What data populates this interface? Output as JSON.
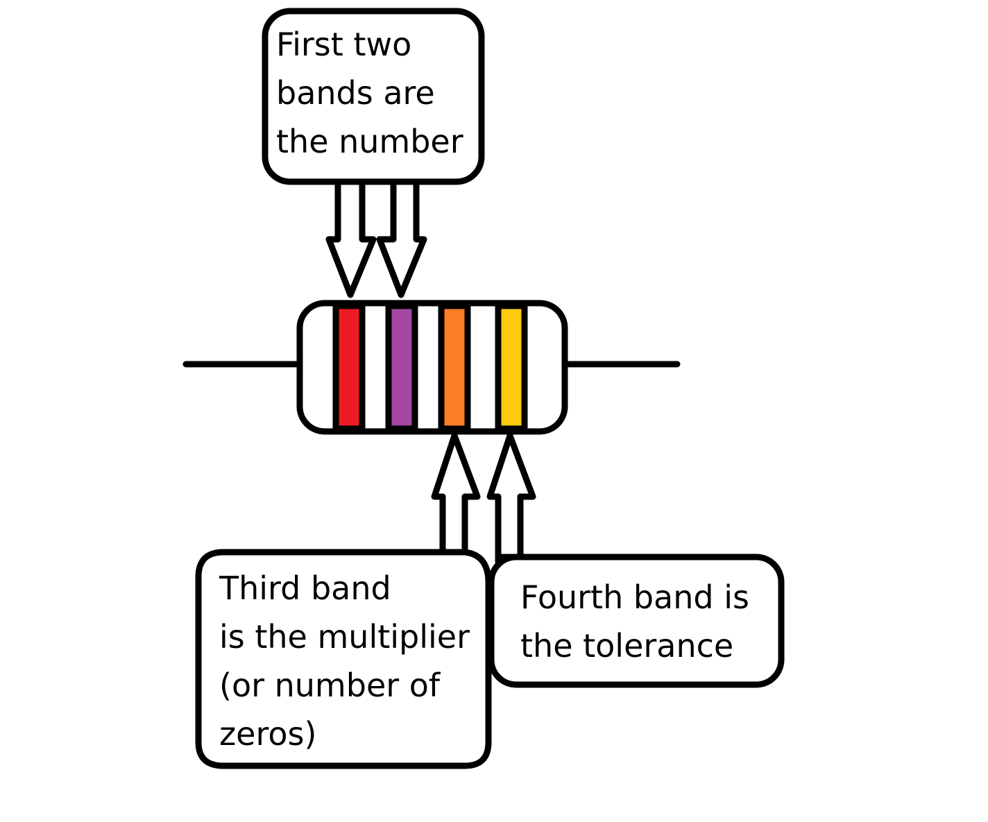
{
  "callouts": {
    "number_bands": {
      "lines": [
        "First two",
        "bands are",
        "the number"
      ]
    },
    "multiplier_band": {
      "lines": [
        "Third band",
        "is the multiplier",
        "(or number of",
        "zeros)"
      ]
    },
    "tolerance_band": {
      "lines": [
        "Fourth band is",
        "the tolerance"
      ]
    }
  },
  "resistor": {
    "bands": [
      {
        "name": "first-band",
        "color": "#ed1c24"
      },
      {
        "name": "second-band",
        "color": "#a349a4"
      },
      {
        "name": "third-band",
        "color": "#ff7f27"
      },
      {
        "name": "fourth-band",
        "color": "#ffc90e"
      }
    ],
    "body_color": "#ffffff",
    "outline_color": "#000000"
  }
}
